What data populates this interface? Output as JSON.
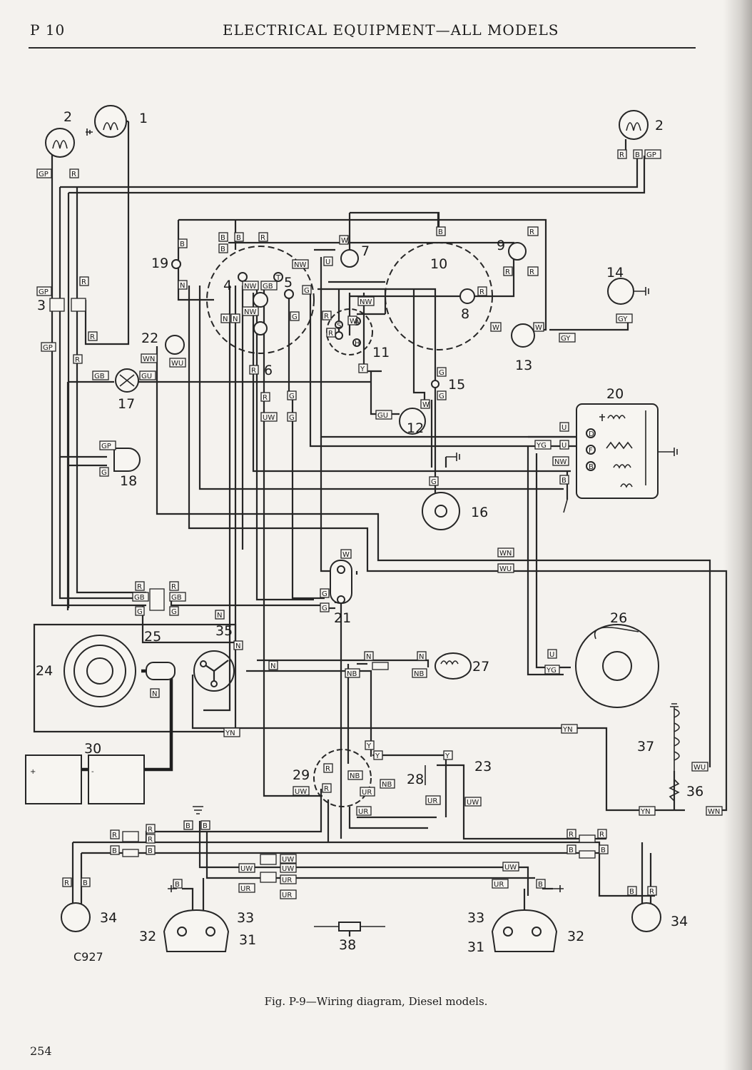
{
  "header": {
    "page_code": "P 10",
    "title": "ELECTRICAL EQUIPMENT—ALL MODELS"
  },
  "diagram": {
    "code": "C927",
    "caption": "Fig. P-9—Wiring diagram, Diesel models.",
    "component_numbers": [
      "1",
      "2",
      "3",
      "4",
      "5",
      "6",
      "7",
      "8",
      "9",
      "10",
      "11",
      "12",
      "13",
      "14",
      "15",
      "16",
      "17",
      "18",
      "19",
      "20",
      "21",
      "22",
      "23",
      "24",
      "25",
      "26",
      "27",
      "28",
      "29",
      "30",
      "31",
      "32",
      "33",
      "34",
      "35",
      "36",
      "37",
      "38"
    ],
    "wire_colour_codes": [
      "B",
      "R",
      "G",
      "W",
      "U",
      "Y",
      "N",
      "GP",
      "GB",
      "GU",
      "GY",
      "NW",
      "NB",
      "WN",
      "WU",
      "YG",
      "YN",
      "UW",
      "UR"
    ],
    "terminal_letters": [
      "S",
      "A",
      "H",
      "D",
      "F",
      "B",
      "T",
      "+",
      "-"
    ]
  },
  "footer": {
    "page_number": "254"
  }
}
